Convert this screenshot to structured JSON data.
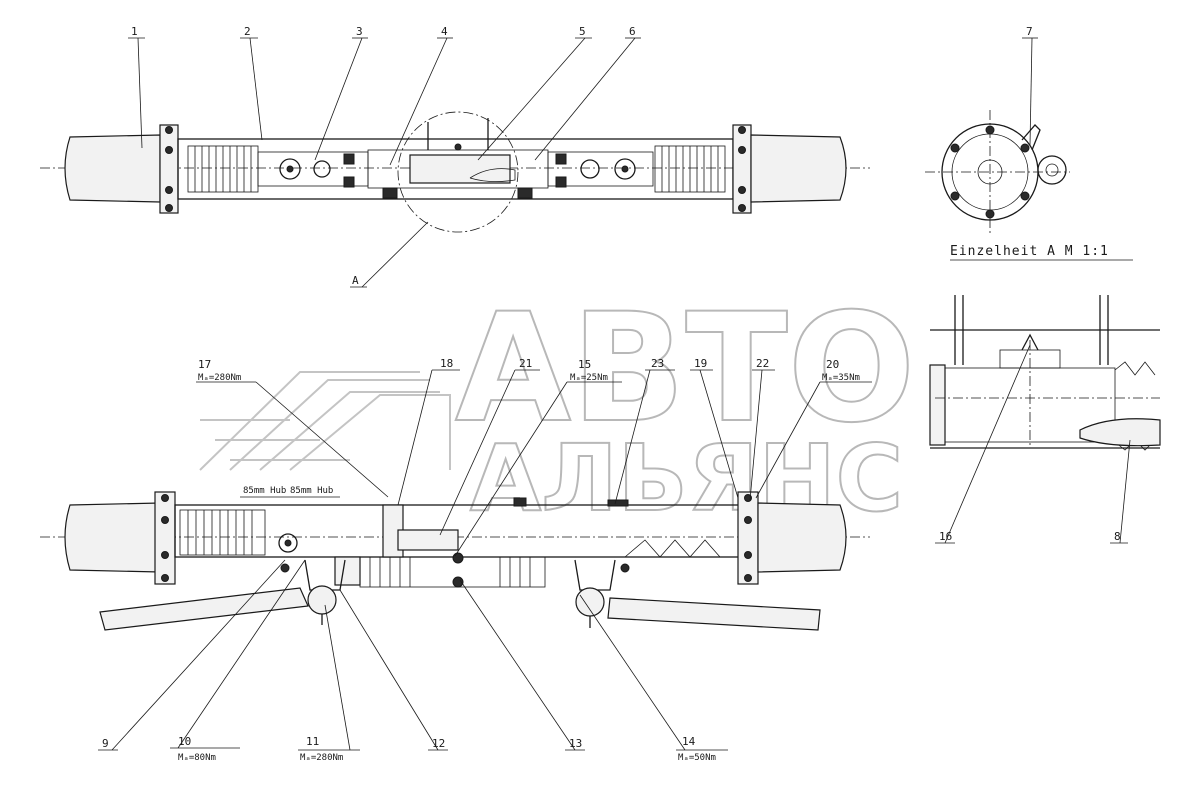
{
  "detail": {
    "title": "Einzelheit A  M 1:1",
    "section_label": "A"
  },
  "watermark": {
    "line1": "АВТО",
    "line2": "АЛЬЯНС"
  },
  "stroke_notes": {
    "left": "85mm Hub",
    "right": "85mm Hub"
  },
  "callouts": [
    {
      "id": "c1",
      "num": "1",
      "torque": ""
    },
    {
      "id": "c2",
      "num": "2",
      "torque": ""
    },
    {
      "id": "c3",
      "num": "3",
      "torque": ""
    },
    {
      "id": "c4",
      "num": "4",
      "torque": ""
    },
    {
      "id": "c5",
      "num": "5",
      "torque": ""
    },
    {
      "id": "c6",
      "num": "6",
      "torque": ""
    },
    {
      "id": "c7",
      "num": "7",
      "torque": ""
    },
    {
      "id": "c8",
      "num": "8",
      "torque": ""
    },
    {
      "id": "c9",
      "num": "9",
      "torque": ""
    },
    {
      "id": "c10",
      "num": "10",
      "torque": "Mₐ=80Nm"
    },
    {
      "id": "c11",
      "num": "11",
      "torque": "Mₐ=280Nm"
    },
    {
      "id": "c12",
      "num": "12",
      "torque": ""
    },
    {
      "id": "c13",
      "num": "13",
      "torque": ""
    },
    {
      "id": "c14",
      "num": "14",
      "torque": "Mₐ=50Nm"
    },
    {
      "id": "c15",
      "num": "15",
      "torque": "Mₐ=25Nm"
    },
    {
      "id": "c16",
      "num": "16",
      "torque": ""
    },
    {
      "id": "c17",
      "num": "17",
      "torque": "Mₐ=280Nm"
    },
    {
      "id": "c18",
      "num": "18",
      "torque": ""
    },
    {
      "id": "c19",
      "num": "19",
      "torque": ""
    },
    {
      "id": "c20",
      "num": "20",
      "torque": "Mₐ=35Nm"
    },
    {
      "id": "c21",
      "num": "21",
      "torque": ""
    },
    {
      "id": "c22",
      "num": "22",
      "torque": ""
    },
    {
      "id": "c23",
      "num": "23",
      "torque": ""
    }
  ]
}
